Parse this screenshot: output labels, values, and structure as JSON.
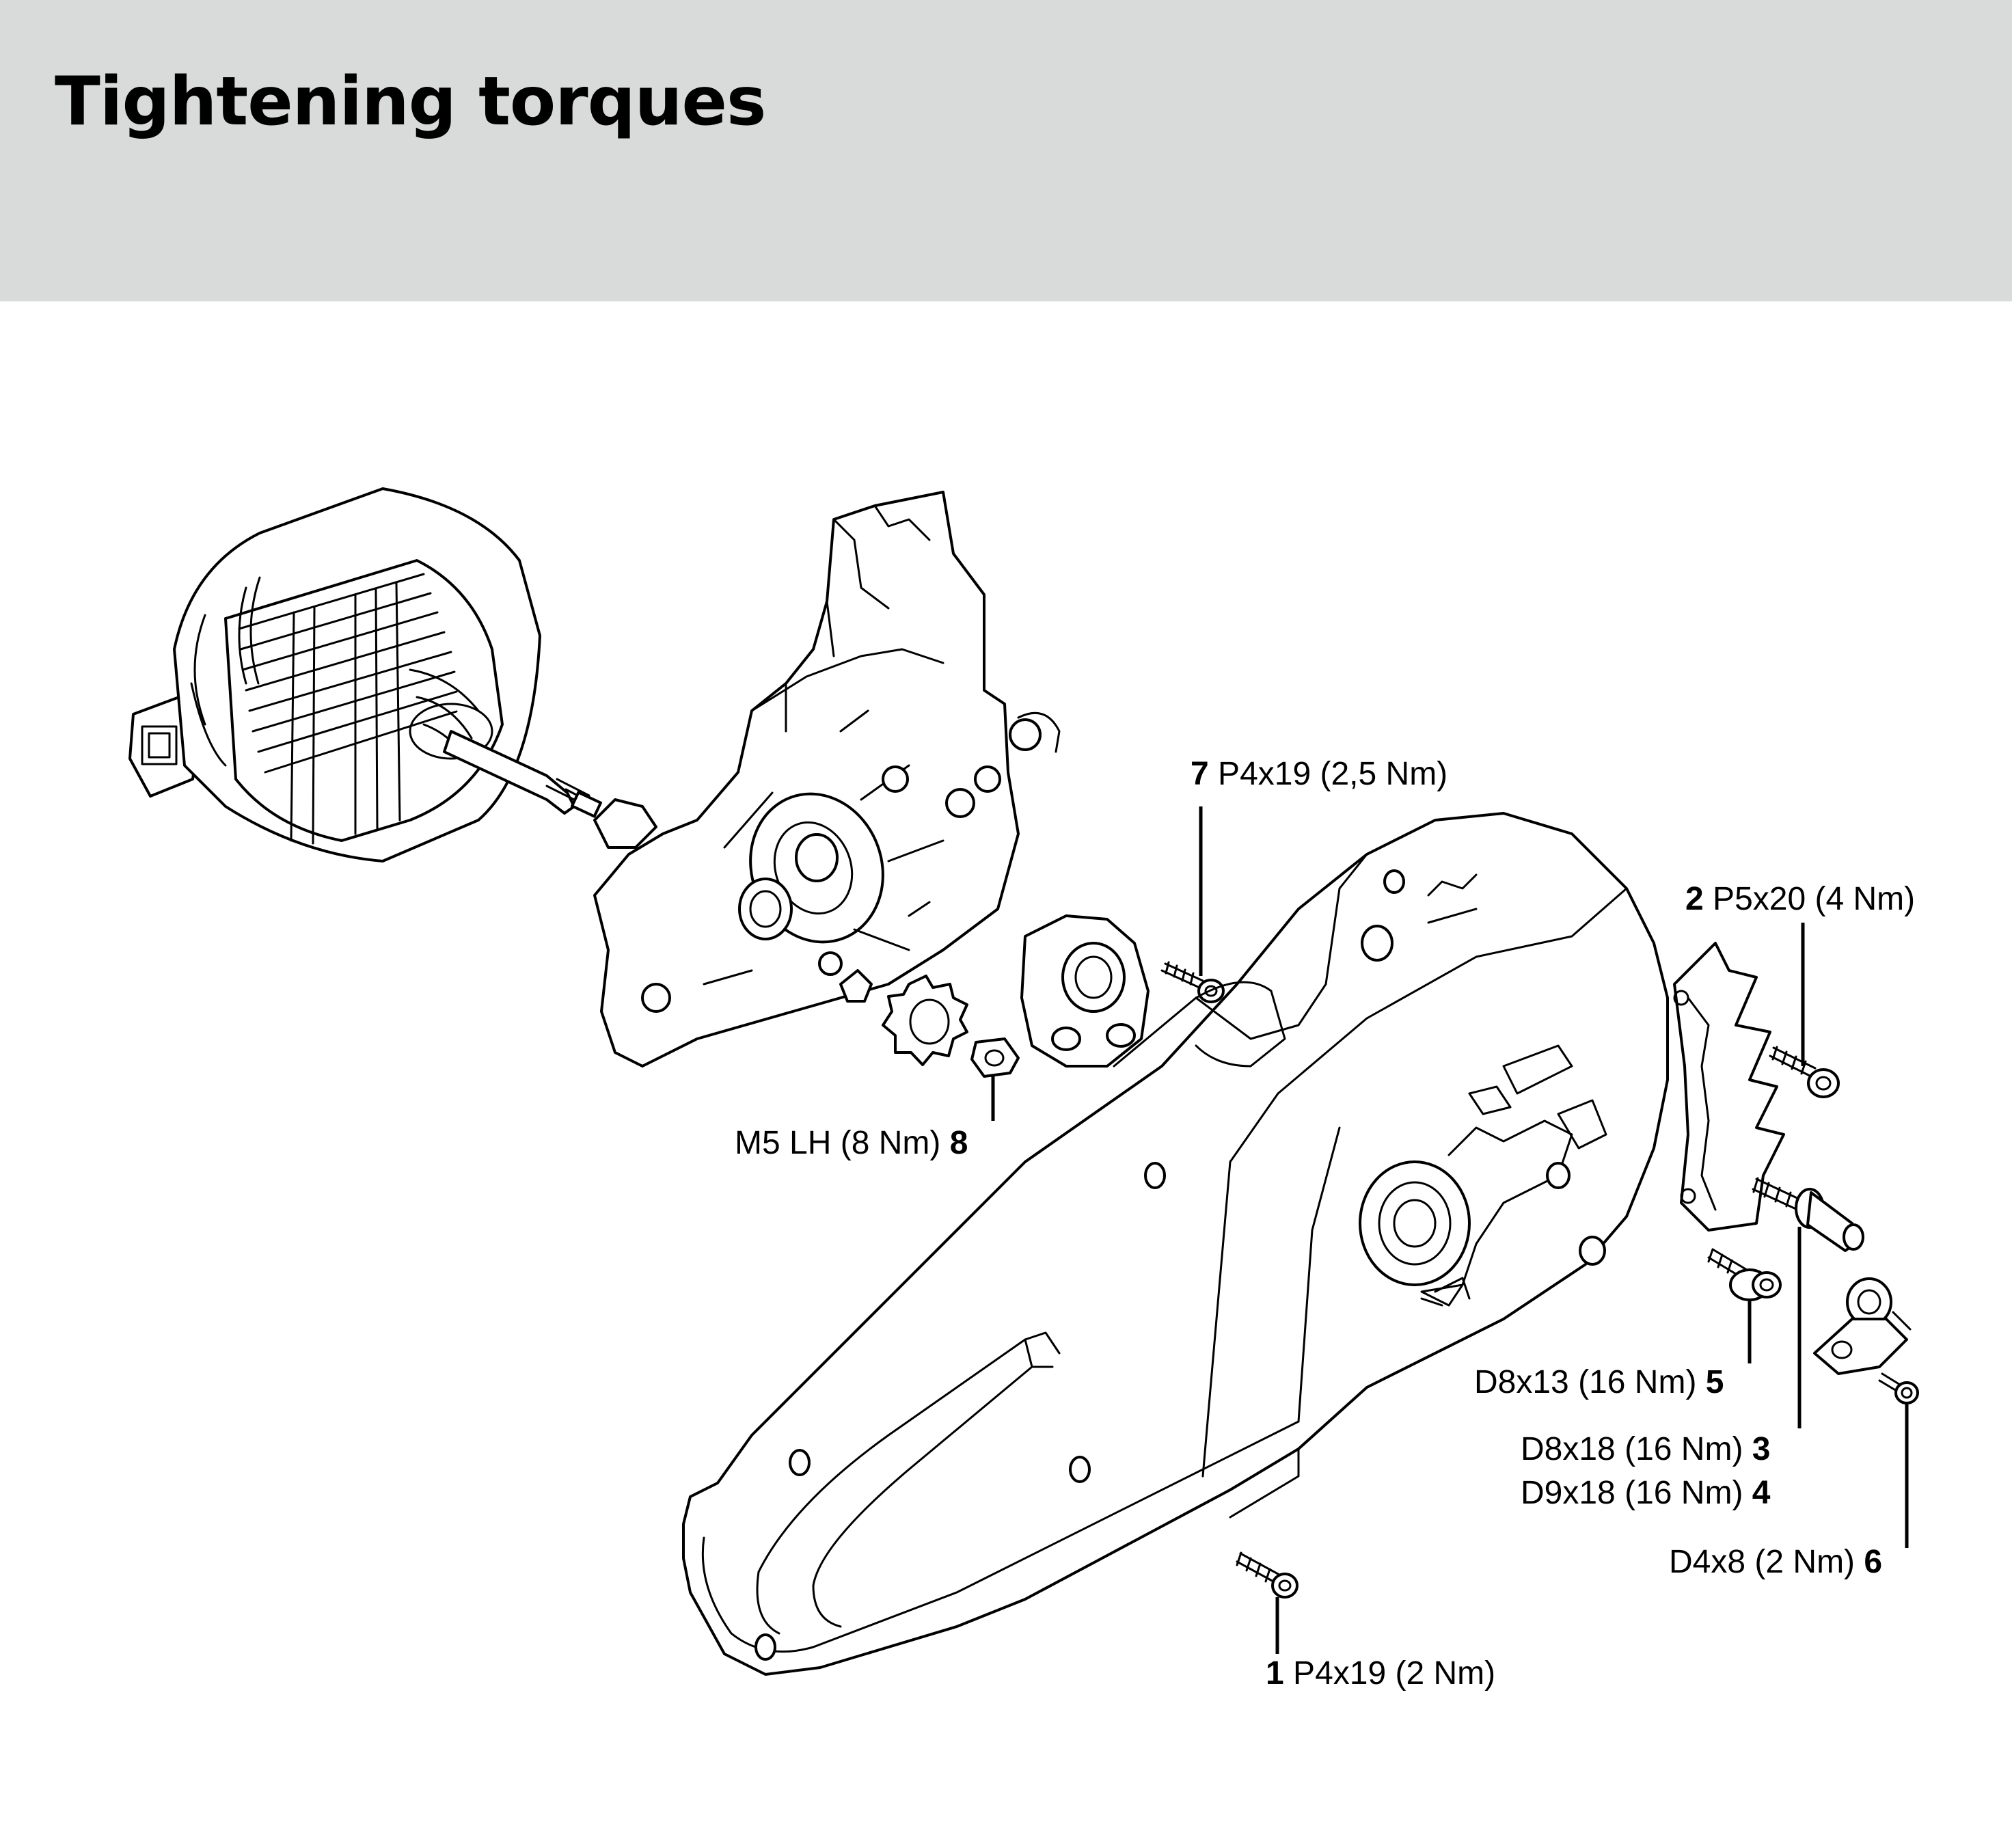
{
  "header": {
    "title": "Tightening torques",
    "background": "#d9dbda"
  },
  "callouts": [
    {
      "number": "7",
      "spec": "P4x19 (2,5 Nm)"
    },
    {
      "number": "2",
      "spec": "P5x20 (4 Nm)"
    },
    {
      "number": "8",
      "spec": "M5 LH (8 Nm)"
    },
    {
      "number": "5",
      "spec": "D8x13 (16 Nm)"
    },
    {
      "number": "3",
      "spec": "D8x18 (16 Nm)"
    },
    {
      "number": "4",
      "spec": "D9x18 (16 Nm)"
    },
    {
      "number": "6",
      "spec": "D4x8 (2 Nm)"
    },
    {
      "number": "1",
      "spec": "P4x19 (2 Nm)"
    }
  ]
}
